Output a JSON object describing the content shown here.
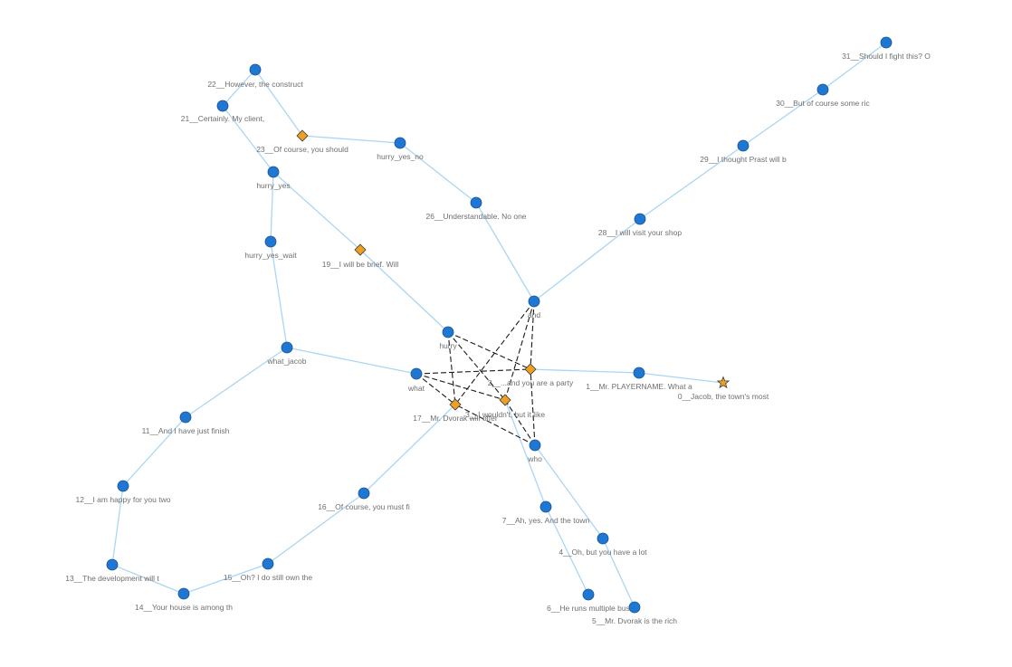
{
  "colors": {
    "solid_edge": "#a9d6f5",
    "dashed_edge": "#1a1a1a",
    "circle_node": "#1f77d4",
    "diamond_node": "#f0a020",
    "star_node": "#f0a020",
    "label": "#6f6f6f"
  },
  "nodes": [
    {
      "id": "n31",
      "label": "31__Should I fight this? O",
      "shape": "circle"
    },
    {
      "id": "n30",
      "label": "30__But of course some ric",
      "shape": "circle"
    },
    {
      "id": "n29",
      "label": "29__I thought Prast will b",
      "shape": "circle"
    },
    {
      "id": "n28",
      "label": "28__I will visit your shop",
      "shape": "circle"
    },
    {
      "id": "and",
      "label": "and",
      "shape": "circle"
    },
    {
      "id": "n26",
      "label": "26__Understandable. No one",
      "shape": "circle"
    },
    {
      "id": "hurry_yes_no",
      "label": "hurry_yes_no",
      "shape": "circle"
    },
    {
      "id": "n23",
      "label": "23__Of course, you should",
      "shape": "diamond"
    },
    {
      "id": "n22",
      "label": "22__However, the construct",
      "shape": "circle"
    },
    {
      "id": "n21",
      "label": "21__Certainly. My client,",
      "shape": "circle"
    },
    {
      "id": "hurry_yes",
      "label": "hurry_yes",
      "shape": "circle"
    },
    {
      "id": "hurry_yes_wait",
      "label": "hurry_yes_wait",
      "shape": "circle"
    },
    {
      "id": "n19",
      "label": "19__I will be brief. Will",
      "shape": "diamond"
    },
    {
      "id": "hurry",
      "label": "hurry",
      "shape": "circle"
    },
    {
      "id": "what_jacob",
      "label": "what_jacob",
      "shape": "circle"
    },
    {
      "id": "what",
      "label": "what",
      "shape": "circle"
    },
    {
      "id": "n2",
      "label": "2__...and you are a party",
      "shape": "diamond"
    },
    {
      "id": "n1",
      "label": "1__Mr. PLAYERNAME. What a",
      "shape": "circle"
    },
    {
      "id": "n0",
      "label": "0__Jacob, the town's most",
      "shape": "star"
    },
    {
      "id": "n3",
      "label": "3__I wouldn't, but it like",
      "shape": "diamond"
    },
    {
      "id": "n17",
      "label": "17__Mr. Dvorak will offer",
      "shape": "diamond"
    },
    {
      "id": "who",
      "label": "who",
      "shape": "circle"
    },
    {
      "id": "n11",
      "label": "11__And I have just finish",
      "shape": "circle"
    },
    {
      "id": "n12",
      "label": "12__I am happy for you two",
      "shape": "circle"
    },
    {
      "id": "n16",
      "label": "16__Of course, you must fi",
      "shape": "circle"
    },
    {
      "id": "n7",
      "label": "7__Ah, yes. And the town",
      "shape": "circle"
    },
    {
      "id": "n4",
      "label": "4__Oh, but you have a lot",
      "shape": "circle"
    },
    {
      "id": "n13",
      "label": "13__The development will t",
      "shape": "circle"
    },
    {
      "id": "n15",
      "label": "15__Oh? I do still own the",
      "shape": "circle"
    },
    {
      "id": "n14",
      "label": "14__Your house is among th",
      "shape": "circle"
    },
    {
      "id": "n6",
      "label": "6__He runs multiple bus",
      "shape": "circle"
    },
    {
      "id": "n5",
      "label": "5__Mr. Dvorak is the rich",
      "shape": "circle"
    }
  ],
  "edges": [
    {
      "from": "n31",
      "to": "n30",
      "style": "solid"
    },
    {
      "from": "n30",
      "to": "n29",
      "style": "solid"
    },
    {
      "from": "n29",
      "to": "n28",
      "style": "solid"
    },
    {
      "from": "n28",
      "to": "and",
      "style": "solid"
    },
    {
      "from": "and",
      "to": "n26",
      "style": "solid"
    },
    {
      "from": "n26",
      "to": "hurry_yes_no",
      "style": "solid"
    },
    {
      "from": "hurry_yes_no",
      "to": "n23",
      "style": "solid"
    },
    {
      "from": "n23",
      "to": "n22",
      "style": "solid"
    },
    {
      "from": "n22",
      "to": "n21",
      "style": "solid"
    },
    {
      "from": "n21",
      "to": "hurry_yes",
      "style": "solid"
    },
    {
      "from": "hurry_yes",
      "to": "n19",
      "style": "solid"
    },
    {
      "from": "n19",
      "to": "hurry",
      "style": "solid"
    },
    {
      "from": "hurry_yes",
      "to": "hurry_yes_wait",
      "style": "solid"
    },
    {
      "from": "hurry_yes_wait",
      "to": "what_jacob",
      "style": "solid"
    },
    {
      "from": "what_jacob",
      "to": "what",
      "style": "solid"
    },
    {
      "from": "what_jacob",
      "to": "n11",
      "style": "solid"
    },
    {
      "from": "n11",
      "to": "n12",
      "style": "solid"
    },
    {
      "from": "n12",
      "to": "n13",
      "style": "solid"
    },
    {
      "from": "n13",
      "to": "n14",
      "style": "solid"
    },
    {
      "from": "n14",
      "to": "n15",
      "style": "solid"
    },
    {
      "from": "n15",
      "to": "n16",
      "style": "solid"
    },
    {
      "from": "n16",
      "to": "n17",
      "style": "solid"
    },
    {
      "from": "n2",
      "to": "n1",
      "style": "solid"
    },
    {
      "from": "n1",
      "to": "n0",
      "style": "solid"
    },
    {
      "from": "n3",
      "to": "n7",
      "style": "solid"
    },
    {
      "from": "n7",
      "to": "n6",
      "style": "solid"
    },
    {
      "from": "who",
      "to": "n4",
      "style": "solid"
    },
    {
      "from": "n4",
      "to": "n5",
      "style": "solid"
    },
    {
      "from": "hurry",
      "to": "n2",
      "style": "dashed"
    },
    {
      "from": "hurry",
      "to": "n3",
      "style": "dashed"
    },
    {
      "from": "hurry",
      "to": "n17",
      "style": "dashed"
    },
    {
      "from": "and",
      "to": "n2",
      "style": "dashed"
    },
    {
      "from": "and",
      "to": "n3",
      "style": "dashed"
    },
    {
      "from": "and",
      "to": "n17",
      "style": "dashed"
    },
    {
      "from": "what",
      "to": "n2",
      "style": "dashed"
    },
    {
      "from": "what",
      "to": "n3",
      "style": "dashed"
    },
    {
      "from": "what",
      "to": "n17",
      "style": "dashed"
    },
    {
      "from": "who",
      "to": "n2",
      "style": "dashed"
    },
    {
      "from": "who",
      "to": "n3",
      "style": "dashed"
    },
    {
      "from": "who",
      "to": "n17",
      "style": "dashed"
    }
  ]
}
